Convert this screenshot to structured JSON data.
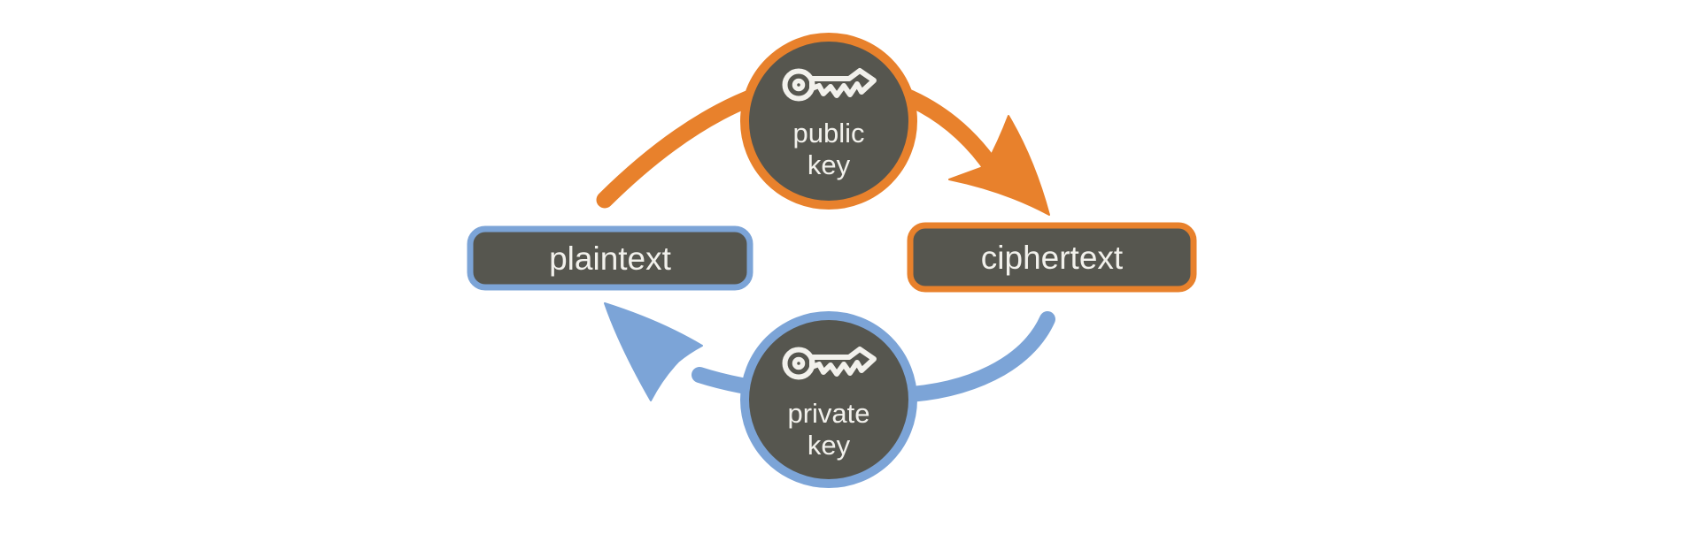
{
  "colors": {
    "orange": "#E8812C",
    "blue": "#7CA4D7",
    "nodeFill": "#56564F",
    "labelText": "#F2F1EC",
    "background": "#FFFFFF"
  },
  "diagram": {
    "nodes": {
      "plaintext": {
        "label": "plaintext"
      },
      "ciphertext": {
        "label": "ciphertext"
      },
      "public_key": {
        "line1": "public",
        "line2": "key"
      },
      "private_key": {
        "line1": "private",
        "line2": "key"
      }
    },
    "edges": {
      "encrypt": {
        "from": "plaintext",
        "via": "public key",
        "to": "ciphertext",
        "color": "orange"
      },
      "decrypt": {
        "from": "ciphertext",
        "via": "private key",
        "to": "plaintext",
        "color": "blue"
      }
    }
  }
}
